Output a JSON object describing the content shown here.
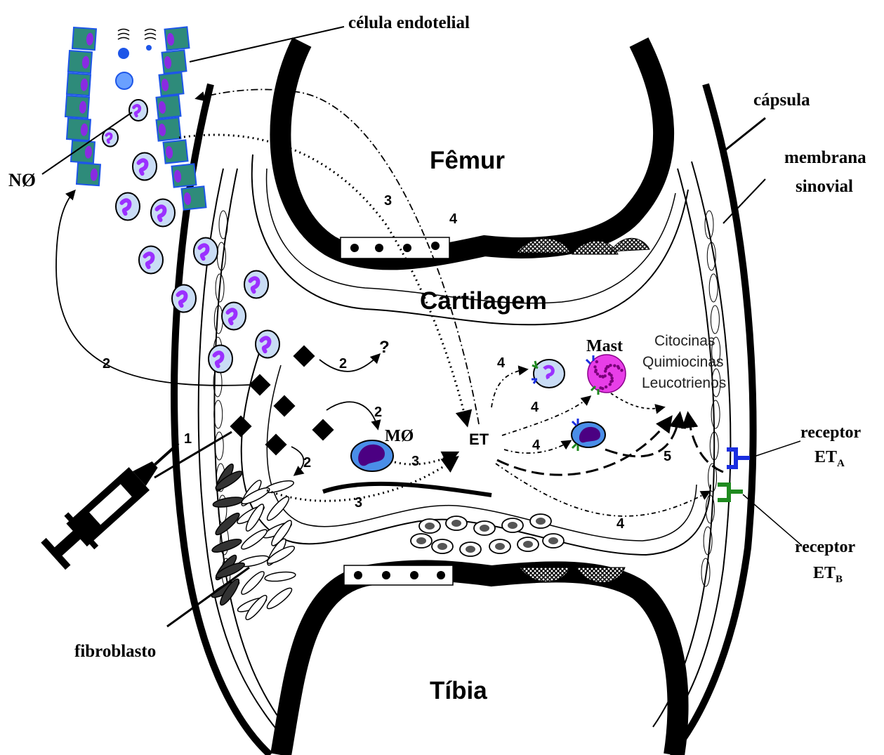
{
  "labels": {
    "endothelial_cell": "célula endotelial",
    "capsule": "cápsula",
    "synovial_membrane_1": "membrana",
    "synovial_membrane_2": "sinovial",
    "neutrophil": "NØ",
    "femur": "Fêmur",
    "cartilage": "Cartilagem",
    "tibia": "Tíbia",
    "fibroblast": "fibroblasto",
    "mast": "Mast",
    "macrophage": "MØ",
    "endothelin": "ET",
    "question": "?",
    "mediators": [
      "Citocinas",
      "Quimiocinas",
      "Leucotrienos"
    ],
    "receptor_a_word": "receptor",
    "receptor_a_base": "ET",
    "receptor_a_sub": "A",
    "receptor_b_word": "receptor",
    "receptor_b_base": "ET",
    "receptor_b_sub": "B"
  },
  "step_numbers": {
    "injection": "1",
    "to_vessel": "2",
    "to_question": "2",
    "to_macrophage": "2",
    "to_fibroblast": "2",
    "vessel_path": "3",
    "macrophage_path": "3",
    "fibroblast_path": "3",
    "vessel_receptor": "4",
    "neutrophil_receptor": "4",
    "mast_receptor": "4",
    "macrophage_receptor": "4",
    "synovial_receptor": "4",
    "mediator_release": "5"
  },
  "colors": {
    "outline": "#000000",
    "endothelium": "#2e8b7a",
    "endothelium_nucleus": "#8a2be2",
    "neutrophil_fill": "#c9dcf5",
    "neutrophil_nucleus": "#9b30ff",
    "macrophage_fill": "#4a8ee8",
    "macrophage_nucleus": "#4b0082",
    "mast_fill": "#e83ee8",
    "receptor_a": "#1a2ee0",
    "receptor_b": "#1f8a1f"
  }
}
